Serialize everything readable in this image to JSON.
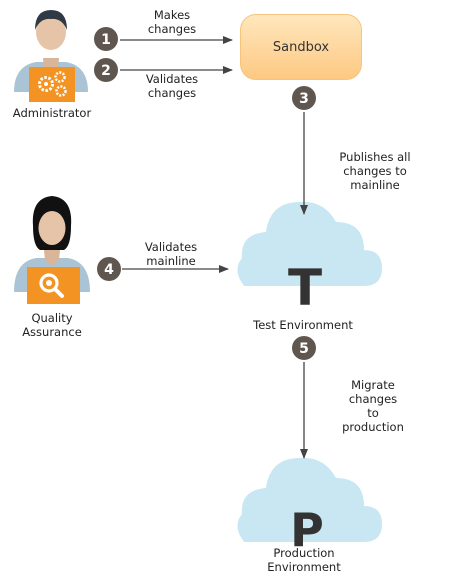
{
  "colors": {
    "accent_orange": "#F39323",
    "step_circle": "#5f574f",
    "cloud": "#c8e7f2",
    "arrow": "#444444",
    "sandbox_fill": "#fdd49a"
  },
  "icons": {
    "administrator": "administrator-icon",
    "gears": "gears-icon",
    "quality_assurance": "quality-assurance-icon",
    "magnifier": "magnifier-icon",
    "cloud": "cloud-icon"
  },
  "actors": {
    "administrator": "Administrator",
    "qa": "Quality\nAssurance"
  },
  "nodes": {
    "sandbox": "Sandbox",
    "test_letter": "T",
    "test_label": "Test Environment",
    "prod_letter": "P",
    "prod_label": "Production\nEnvironment"
  },
  "steps": [
    {
      "number": "1",
      "label": "Makes\nchanges"
    },
    {
      "number": "2",
      "label": "Validates\nchanges"
    },
    {
      "number": "3",
      "label": "Publishes all\nchanges to mainline"
    },
    {
      "number": "4",
      "label": "Validates\nmainline"
    },
    {
      "number": "5",
      "label": "Migrate changes\nto production"
    }
  ]
}
